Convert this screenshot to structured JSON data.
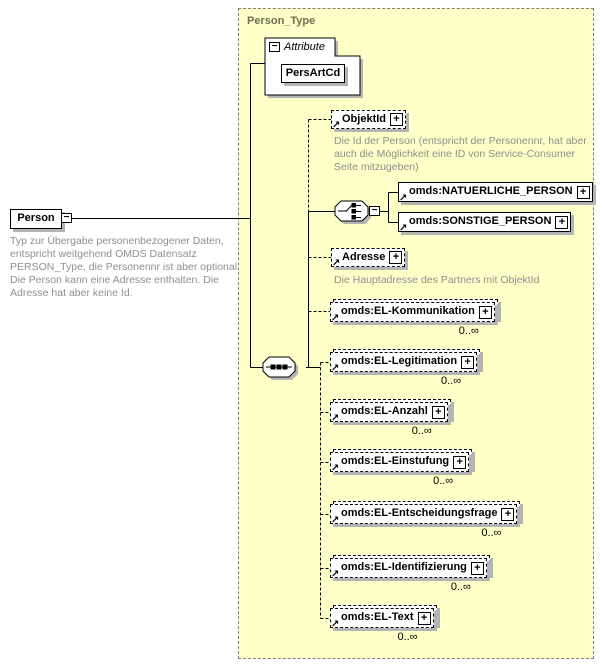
{
  "diagram": {
    "type_container": {
      "title": "Person_Type"
    },
    "root": {
      "label": "Person",
      "annotation": "Typ zur Übergabe personenbezogener Daten, entspricht weitgehend OMDS Datensatz PERSON_Type, die Personennr ist aber optional. Die Person kann eine Adresse enthalten. Die Adresse hat aber keine Id."
    },
    "attribute_group": {
      "label": "Attribute",
      "attributes": {
        "persartcd": {
          "label": "PersArtCd"
        }
      }
    },
    "elements": {
      "objektid": {
        "label": "ObjektId",
        "annotation": "Die Id der Person (entspricht der Personennr, hat aber auch die Möglichkeit eine ID von Service-Consumer Seite mitzugeben)"
      },
      "natuerliche": {
        "label": "omds:NATUERLICHE_PERSON"
      },
      "sonstige": {
        "label": "omds:SONSTIGE_PERSON"
      },
      "adresse": {
        "label": "Adresse",
        "annotation": "Die Hauptadresse des Partners mit ObjektId"
      },
      "kommunikation": {
        "label": "omds:EL-Kommunikation",
        "occurs": "0..∞"
      },
      "legitimation": {
        "label": "omds:EL-Legitimation",
        "occurs": "0..∞"
      },
      "anzahl": {
        "label": "omds:EL-Anzahl",
        "occurs": "0..∞"
      },
      "einstufung": {
        "label": "omds:EL-Einstufung",
        "occurs": "0..∞"
      },
      "entscheidungsfrage": {
        "label": "omds:EL-Entscheidungsfrage",
        "occurs": "0..∞"
      },
      "identifizierung": {
        "label": "omds:EL-Identifizierung",
        "occurs": "0..∞"
      },
      "eltext": {
        "label": "omds:EL-Text",
        "occurs": "0..∞"
      }
    },
    "symbols": {
      "collapse": "−",
      "expand": "+",
      "reference": "↗"
    },
    "colors": {
      "container_fill": "#ffffc8",
      "container_border": "#808080",
      "shadow": "#b4b4b4",
      "annotation_text": "#8f8f8f",
      "title_text": "#6f6f52"
    }
  }
}
